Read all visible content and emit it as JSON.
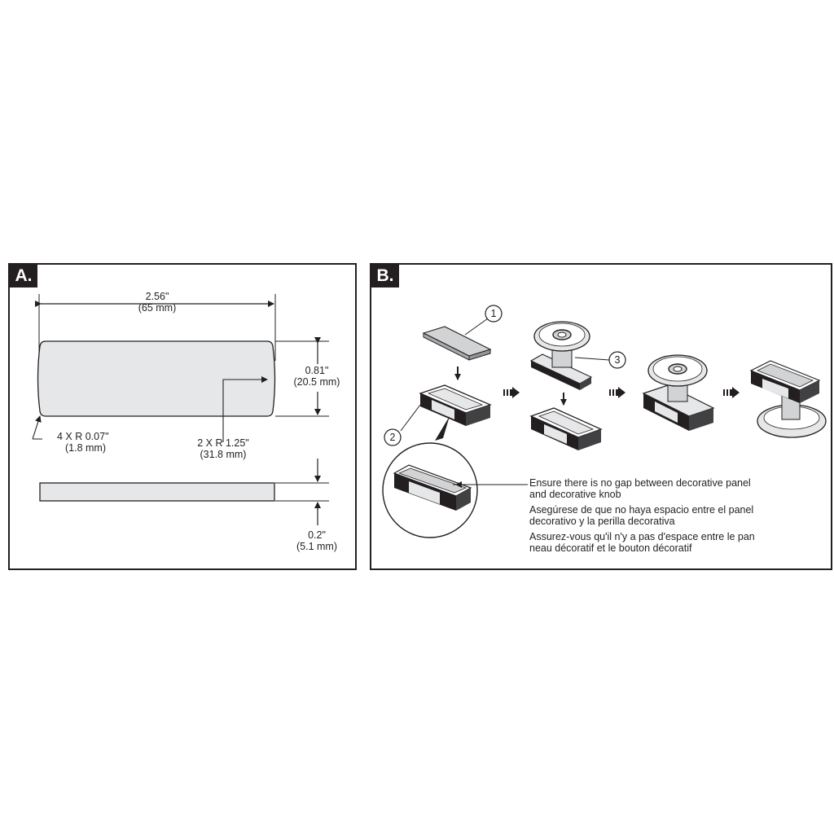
{
  "panel_a": {
    "badge": "A.",
    "width_in": "2.56\"",
    "width_mm": "(65 mm)",
    "height_in": "0.81\"",
    "height_mm": "(20.5 mm)",
    "corner_radius_in": "4 X R 0.07\"",
    "corner_radius_mm": "(1.8 mm)",
    "end_radius_in": "2 X R 1.25\"",
    "end_radius_mm": "(31.8 mm)",
    "thickness_in": "0.2\"",
    "thickness_mm": "(5.1 mm)"
  },
  "panel_b": {
    "badge": "B.",
    "callouts": [
      "1",
      "2",
      "3"
    ],
    "note_en_1": "Ensure there is no gap between decorative panel",
    "note_en_2": "and decorative knob",
    "note_es_1": "Asegúrese de que no haya espacio entre el panel",
    "note_es_2": "decorativo y la perilla decorativa",
    "note_fr_1": "Assurez-vous qu'il n'y a pas d'espace entre le pan",
    "note_fr_2": "neau décoratif et le bouton décoratif"
  },
  "colors": {
    "line": "#231f20",
    "panel_fill": "#e6e7e8",
    "dark_part": "#231f20"
  }
}
